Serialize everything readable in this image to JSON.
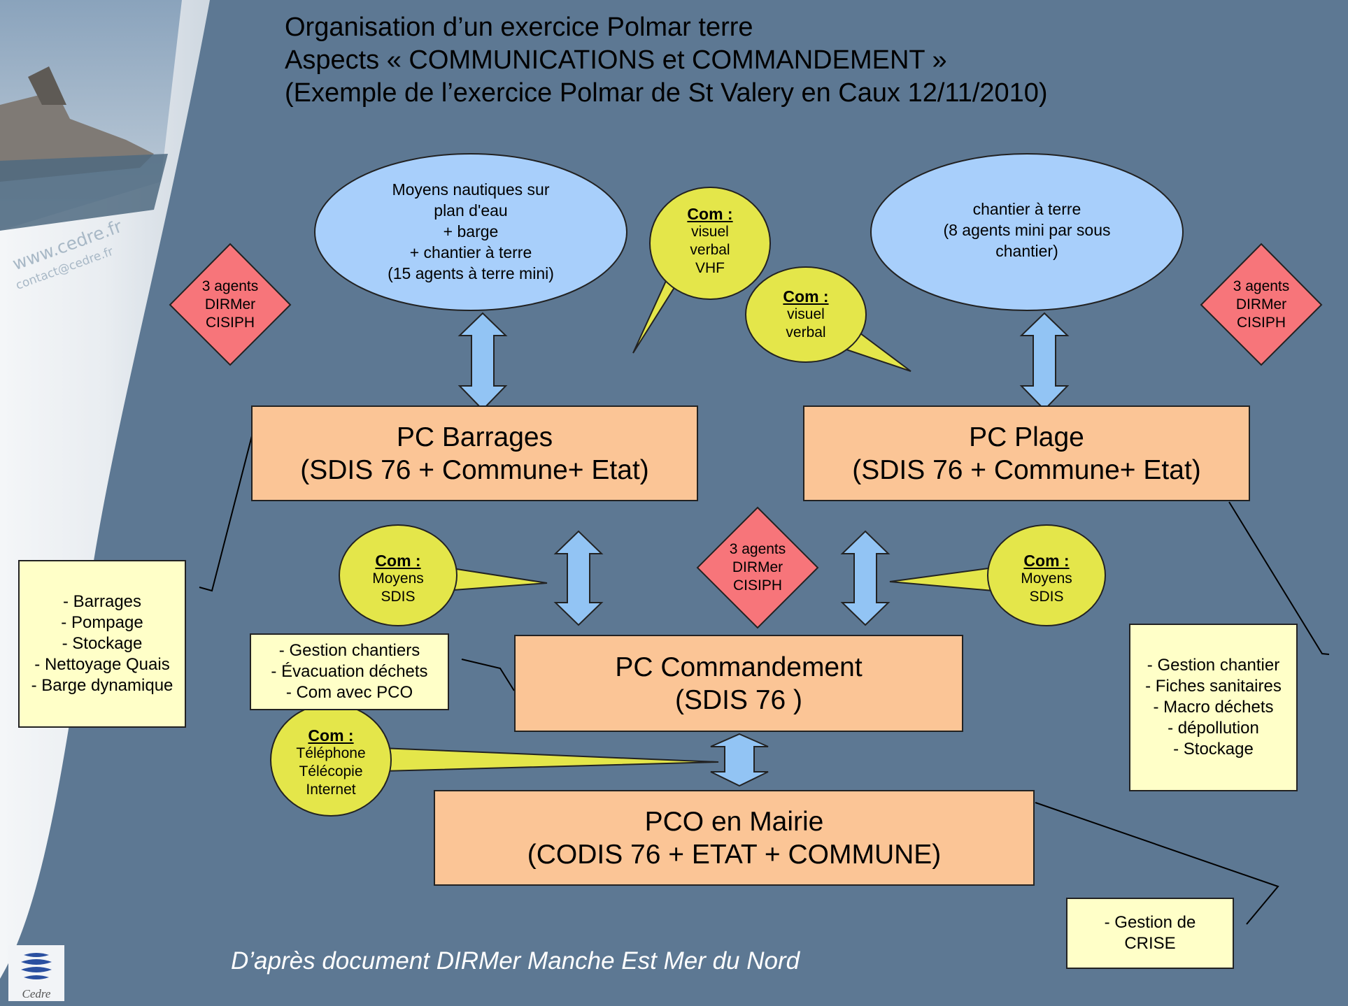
{
  "title": {
    "line1": "Organisation d’un exercice Polmar terre",
    "line2": "Aspects « COMMUNICATIONS et COMMANDEMENT »",
    "line3": "(Exemple de l’exercice Polmar de St Valery en Caux 12/11/2010)"
  },
  "watermark": {
    "site": "www.cedre.fr",
    "contact": "contact@cedre.fr"
  },
  "logo": {
    "text": "Cedre"
  },
  "ellipses": {
    "left": [
      "Moyens nautiques sur",
      "plan d'eau",
      "+ barge",
      "+ chantier à terre",
      "(15 agents à terre mini)"
    ],
    "right": [
      "chantier à terre",
      "(8 agents mini  par sous",
      "chantier)"
    ]
  },
  "diamonds": {
    "left": [
      "3 agents",
      "DIRMer",
      "CISIPH"
    ],
    "center": [
      "3 agents",
      "DIRMer",
      "CISIPH"
    ],
    "right": [
      "3 agents",
      "DIRMer",
      "CISIPH"
    ]
  },
  "callouts": {
    "top_left": {
      "head": "Com :",
      "lines": [
        "visuel",
        "verbal",
        "VHF"
      ]
    },
    "top_right": {
      "head": "Com :",
      "lines": [
        "visuel",
        "verbal"
      ]
    },
    "mid_left": {
      "head": "Com :",
      "lines": [
        "Moyens",
        "SDIS"
      ]
    },
    "mid_right": {
      "head": "Com :",
      "lines": [
        "Moyens",
        "SDIS"
      ]
    },
    "bottom": {
      "head": "Com :",
      "lines": [
        "Téléphone",
        "Télécopie",
        "Internet"
      ]
    }
  },
  "boxes": {
    "pc_barrages": [
      "PC Barrages",
      "(SDIS 76 + Commune+ Etat)"
    ],
    "pc_plage": [
      "PC Plage",
      "(SDIS 76 + Commune+ Etat)"
    ],
    "pc_commandement": [
      "PC Commandement",
      "(SDIS 76 )"
    ],
    "pco_mairie": [
      "PCO en Mairie",
      "(CODIS 76 + ETAT + COMMUNE)"
    ]
  },
  "notes": {
    "barrages": [
      "- Barrages",
      "- Pompage",
      "- Stockage",
      "- Nettoyage Quais",
      "- Barge dynamique"
    ],
    "commandement": [
      "- Gestion chantiers",
      "- Évacuation déchets",
      "- Com avec PCO"
    ],
    "plage": [
      "- Gestion chantier",
      "- Fiches sanitaires",
      "- Macro déchets",
      "- dépollution",
      "- Stockage"
    ],
    "crise": [
      "- Gestion de",
      "CRISE"
    ]
  },
  "footnote": "D’après document DIRMer Manche Est Mer du Nord",
  "colors": {
    "background": "#5d7893",
    "ellipse": "#a8cffb",
    "diamond": "#f7757a",
    "callout": "#e4e64a",
    "box": "#fbc596",
    "note": "#ffffc8",
    "arrow": "#92c4f4"
  }
}
